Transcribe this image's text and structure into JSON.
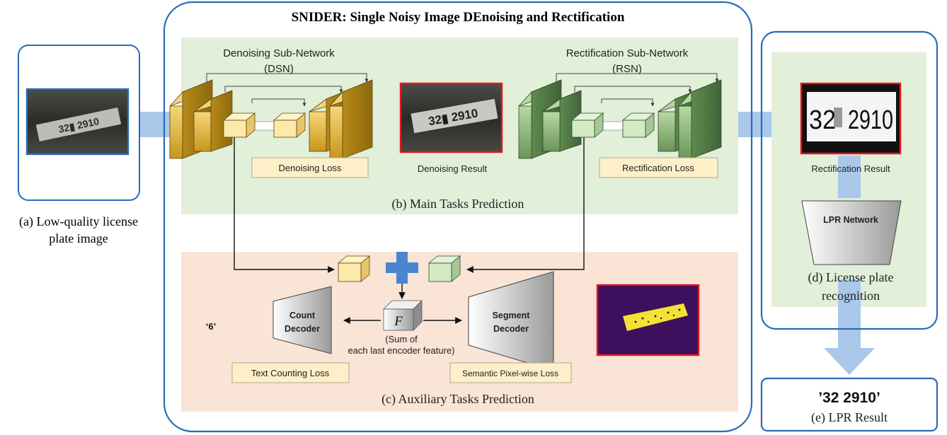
{
  "title": "SNIDER: Single Noisy Image DEnoising and Rectification",
  "panel_a": {
    "label_line1": "(a) Low-quality license",
    "label_line2": "plate image"
  },
  "main_tasks": {
    "caption": "(b) Main Tasks Prediction",
    "dsn_line1": "Denoising Sub-Network",
    "dsn_line2": "(DSN)",
    "rsn_line1": "Rectification Sub-Network",
    "rsn_line2": "(RSN)",
    "denoising_loss": "Denoising Loss",
    "denoising_result": "Denoising Result",
    "rectification_loss": "Rectification Loss"
  },
  "aux_tasks": {
    "caption": "(c) Auxiliary Tasks Prediction",
    "count_decoder_line1": "Count",
    "count_decoder_line2": "Decoder",
    "segment_decoder_line1": "Segment",
    "segment_decoder_line2": "Decoder",
    "feature_symbol": "F",
    "feature_note_line1": "(Sum of",
    "feature_note_line2": "each last encoder feature)",
    "count_output": "‘6’",
    "text_counting_loss": "Text Counting Loss",
    "semantic_loss": "Semantic Pixel-wise Loss"
  },
  "panel_d": {
    "rectification_result": "Rectification Result",
    "lpr_network": "LPR Network",
    "label_line1": "(d) License plate",
    "label_line2": "recognition"
  },
  "panel_e": {
    "result_value": "’32 2910’",
    "label": "(e) LPR Result"
  },
  "plate_text": {
    "input_plate": "32▮ 2910",
    "denoised_plate": "32▮ 2910",
    "rectified_left": "32",
    "rectified_right": "2910"
  },
  "colors": {
    "frame_blue": "#2a6cb5",
    "arrow_blue": "#a9c8ea",
    "main_bg": "#e2efd9",
    "aux_bg": "#f9e4d6",
    "loss_box_fill": "#fdf0c9",
    "dsn_block": "#d2a11c",
    "rsn_block": "#7fa66b",
    "plus_blue": "#4a86cf",
    "result_border": "#e8141c",
    "seg_bg": "#3e0f5c",
    "seg_text": "#f2e233"
  }
}
